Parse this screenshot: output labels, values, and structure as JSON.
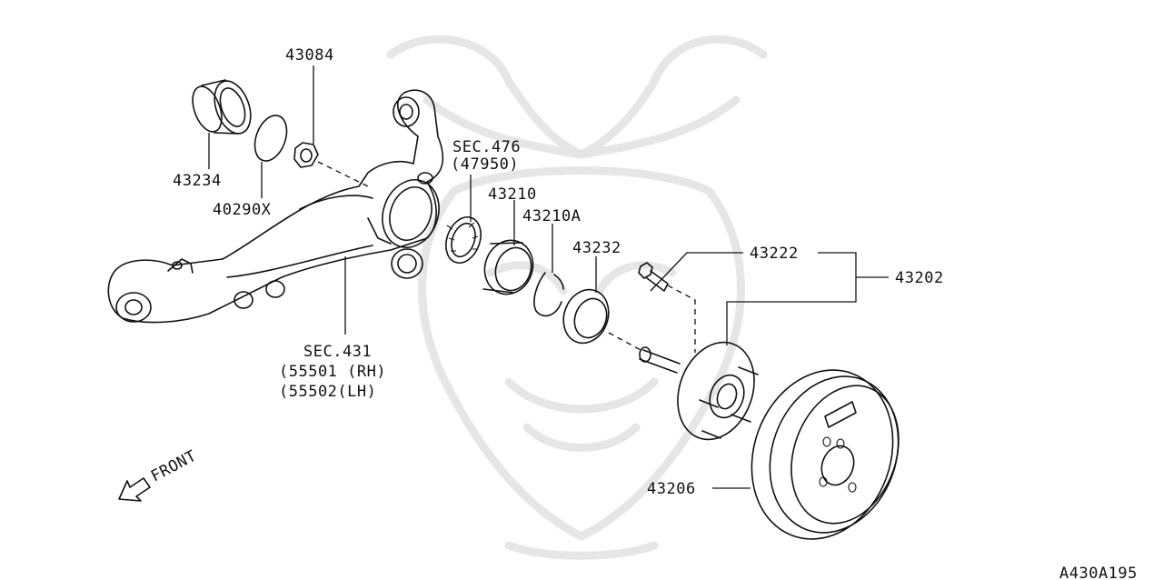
{
  "diagram_code": "A430A195",
  "front_label": "FRONT",
  "callouts": {
    "p43084": "43084",
    "p43234": "43234",
    "p40290x": "40290X",
    "sec476_title": "SEC.476",
    "sec476_sub": "(47950)",
    "p43210": "43210",
    "p43210a": "43210A",
    "p43232": "43232",
    "p43222": "43222",
    "p43202": "43202",
    "sec431_title": "SEC.431",
    "sec431_rh": "(55501 (RH)",
    "sec431_lh": "(55502(LH)",
    "p43206": "43206"
  },
  "icons": [
    "front-arrow-icon",
    "watermark-samurai-logo"
  ]
}
